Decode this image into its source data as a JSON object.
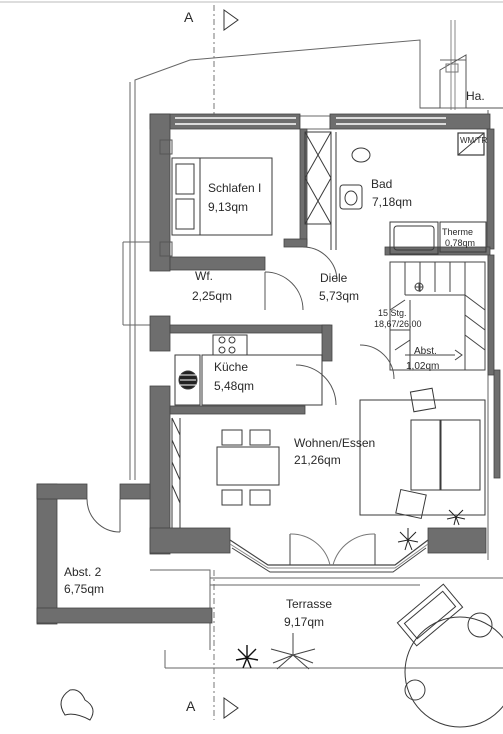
{
  "section_marks": {
    "top": "A",
    "bottom": "A"
  },
  "corner_label": "Ha.",
  "rooms": {
    "schlafen": {
      "name": "Schlafen I",
      "area": "9,13qm"
    },
    "bad": {
      "name": "Bad",
      "area": "7,18qm"
    },
    "wm_tr": {
      "name": "WM/TR"
    },
    "therme": {
      "name": "Therme",
      "area": "0,78qm"
    },
    "wf": {
      "name": "Wf.",
      "area": "2,25qm"
    },
    "diele": {
      "name": "Diele",
      "area": "5,73qm"
    },
    "stair": {
      "steps": "15 Stg.",
      "ratio": "18,67/26,00"
    },
    "abst1": {
      "name": "Abst.",
      "area": "1,02qm"
    },
    "kueche": {
      "name": "Küche",
      "area": "5,48qm"
    },
    "wohnen": {
      "name": "Wohnen/Essen",
      "area": "21,26qm"
    },
    "abst2": {
      "name": "Abst. 2",
      "area": "6,75qm"
    },
    "terrasse": {
      "name": "Terrasse",
      "area": "9,17qm"
    }
  },
  "colors": {
    "wall": "#6e6e6e",
    "line": "#3a3a3a",
    "text": "#2a2a2a",
    "paper": "#ffffff"
  }
}
